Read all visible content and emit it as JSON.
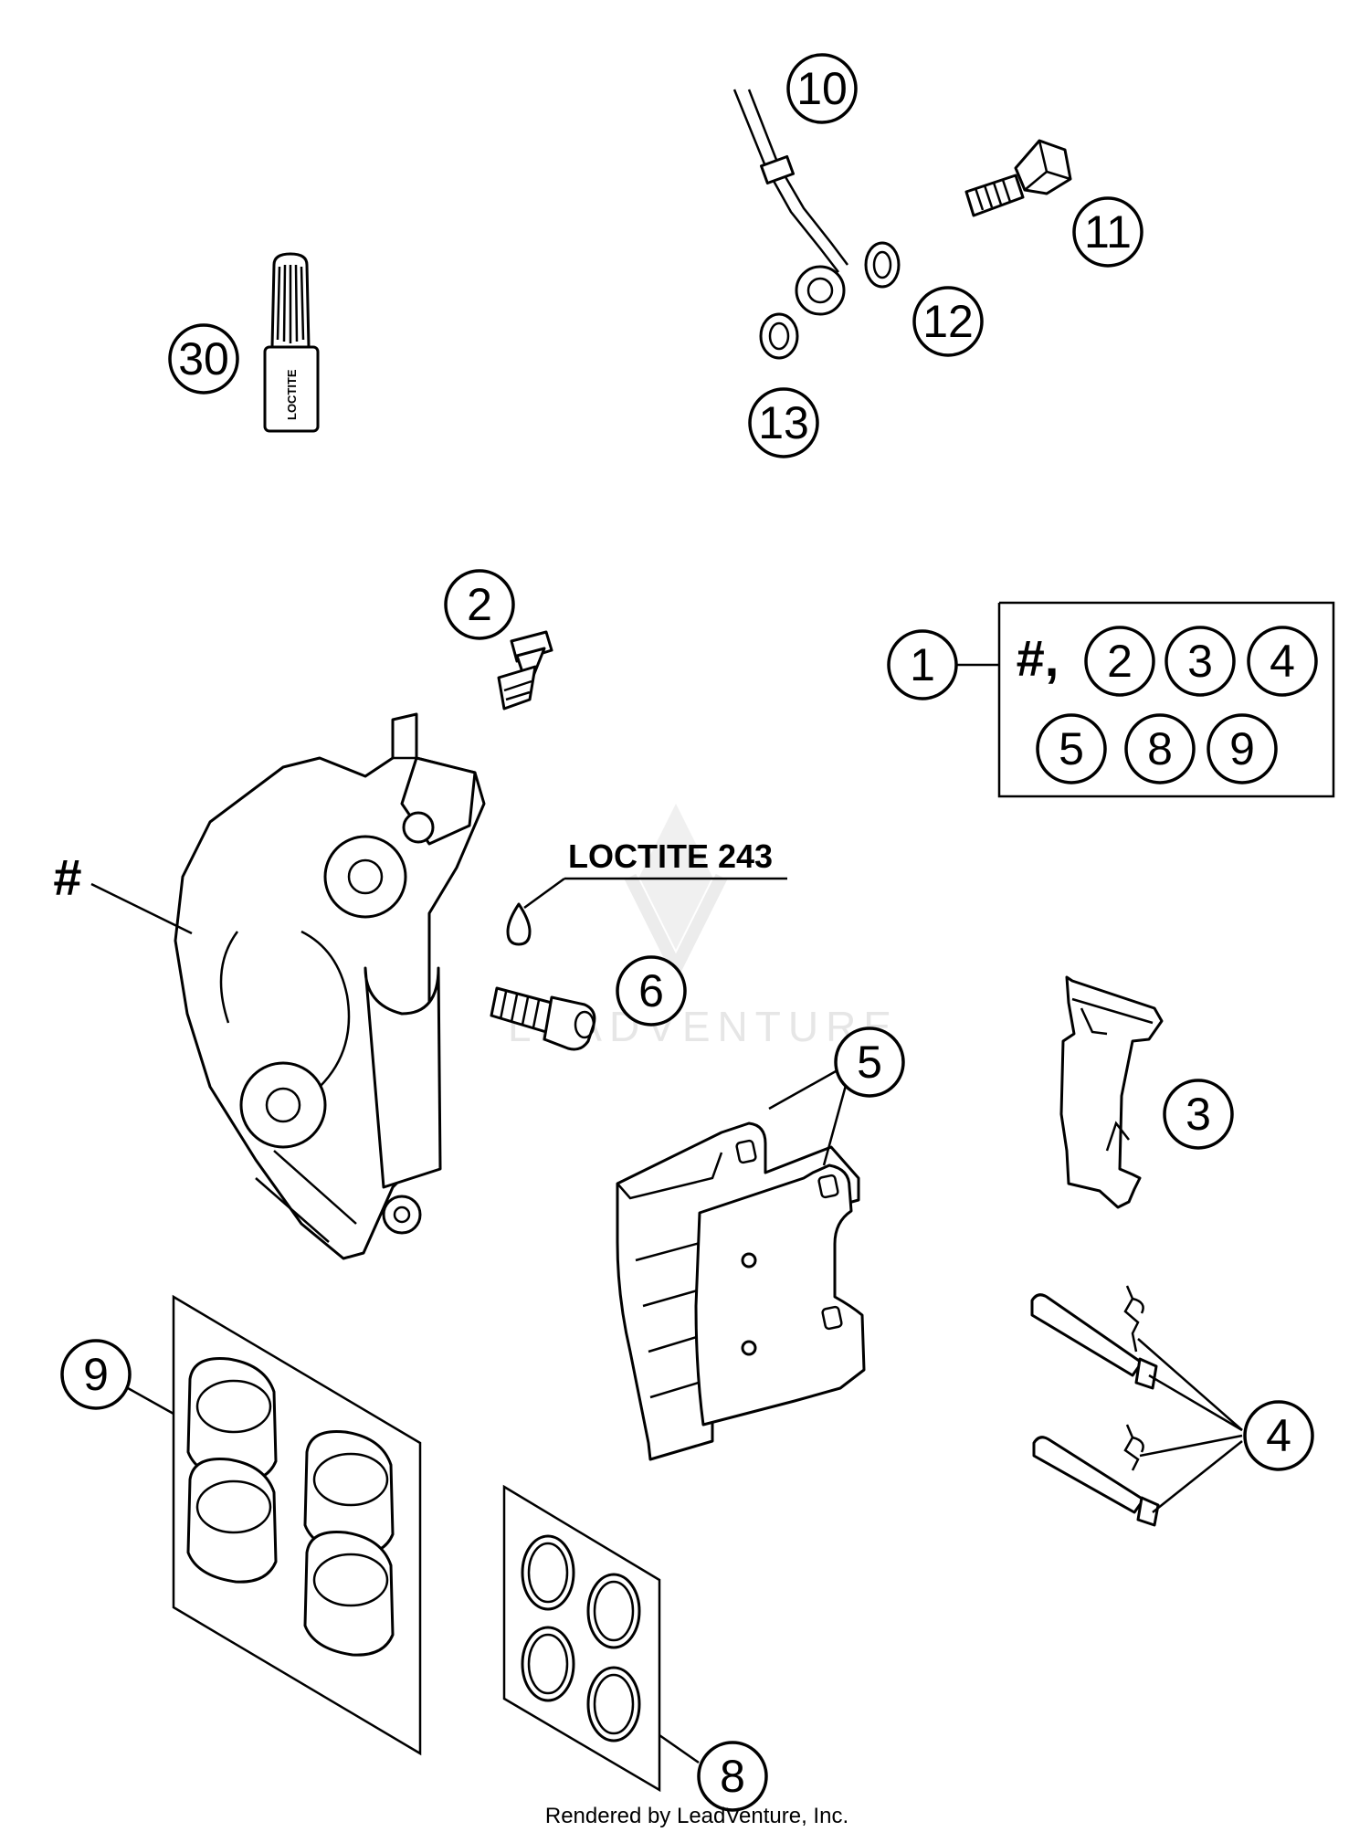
{
  "callouts": {
    "c30": "30",
    "c10": "10",
    "c11": "11",
    "c12": "12",
    "c13": "13",
    "c2": "2",
    "c1": "1",
    "c6": "6",
    "c5": "5",
    "c3": "3",
    "c9": "9",
    "c4": "4",
    "c8": "8"
  },
  "kit": {
    "hash_label": "#,",
    "items_row1": [
      "2",
      "3",
      "4"
    ],
    "items_row2": [
      "5",
      "8",
      "9"
    ]
  },
  "labels": {
    "hash": "#",
    "loctite_note": "LOCTITE 243",
    "loctite_bottle": "LOCTITE"
  },
  "watermark": "LEADVENTURE",
  "footer": "Rendered by LeadVenture, Inc.",
  "colors": {
    "line": "#000000",
    "background": "#ffffff",
    "watermark": "#e6e6e6"
  }
}
